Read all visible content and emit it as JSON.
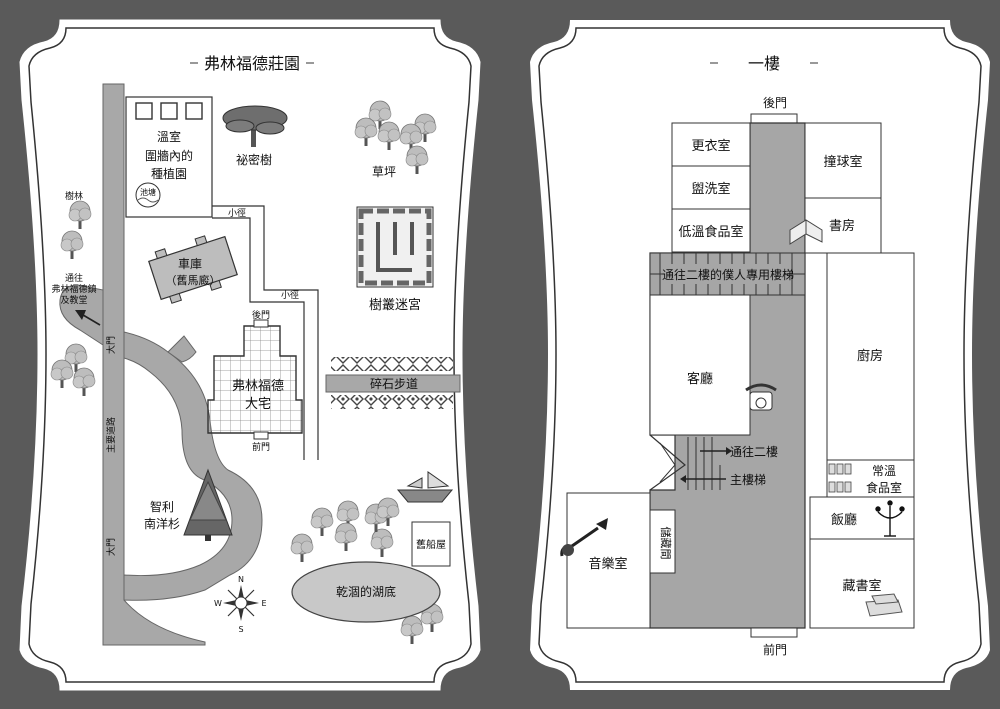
{
  "estate_map": {
    "title": "弗林福德莊園",
    "greenhouse": "溫室",
    "walled_garden_1": "圍牆內的",
    "walled_garden_2": "種植園",
    "pond": "池塘",
    "secret_tree": "祕密樹",
    "lawn": "草坪",
    "lane_1": "小徑",
    "lane_2": "小徑",
    "garage_1": "車庫",
    "garage_2": "（舊馬廄）",
    "woods": "樹林",
    "to_village_1": "通往",
    "to_village_2": "弗林福德鎮",
    "to_village_3": "及教堂",
    "gate_1": "大門",
    "gate_2": "大門",
    "main_road": "主要道路",
    "manor_back": "後門",
    "manor_front": "前門",
    "manor_1": "弗林福德",
    "manor_2": "大宅",
    "maze": "樹叢迷宮",
    "gravel_path": "碎石步道",
    "chile_pine_1": "智利",
    "chile_pine_2": "南洋杉",
    "boathouse": "舊船屋",
    "lake": "乾涸的湖底",
    "compass": {
      "n": "N",
      "s": "S",
      "e": "E",
      "w": "W"
    }
  },
  "floor_plan": {
    "title": "一樓",
    "back_door": "後門",
    "front_door": "前門",
    "changing_room": "更衣室",
    "washroom": "盥洗室",
    "cold_pantry": "低溫食品室",
    "billiards": "撞球室",
    "study": "書房",
    "servants_stairs": "通往二樓的僕人專用樓梯",
    "lounge": "客廳",
    "kitchen": "廚房",
    "to_upstairs": "通往二樓",
    "main_stairs": "主樓梯",
    "room_pantry_1": "常溫",
    "room_pantry_2": "食品室",
    "dining": "飯廳",
    "library": "藏書室",
    "music_room": "音樂室",
    "hallway_closet": "儲藏間"
  },
  "colors": {
    "background": "#5a5a5a",
    "paper": "#ffffff",
    "road": "#a8a8a8",
    "hall": "#a6a6a6"
  }
}
